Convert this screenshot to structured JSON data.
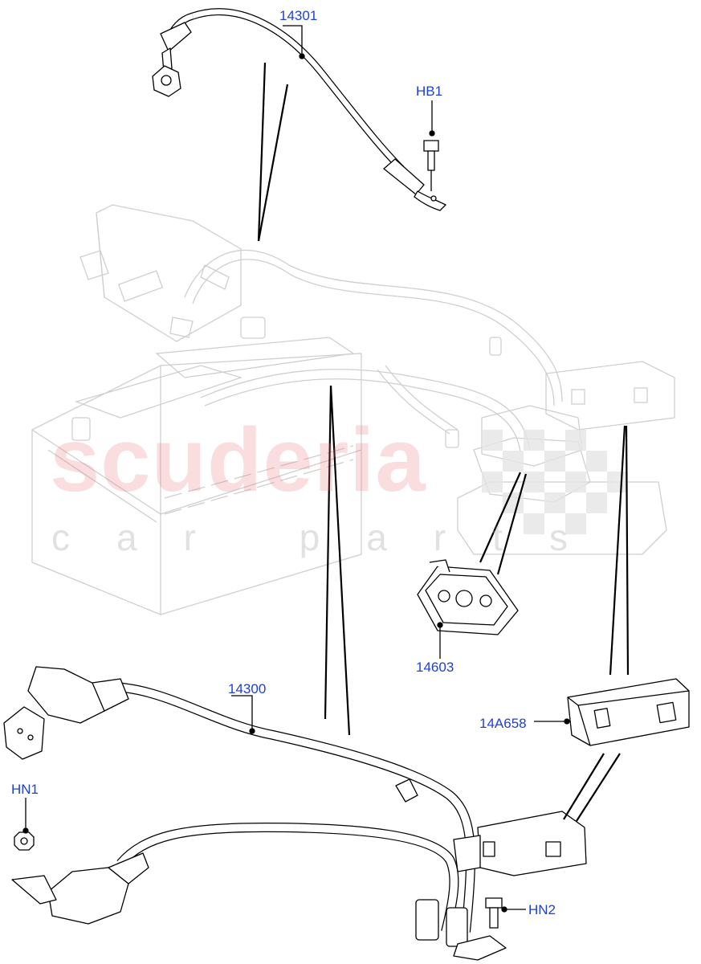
{
  "watermark": {
    "main_text": "scuderia",
    "sub_text": "car parts",
    "main_color": "#e87880",
    "sub_color": "#aaaaaa"
  },
  "callout_color": "#1f3fd6",
  "callouts": {
    "c14301": "14301",
    "hb1": "HB1",
    "c14603": "14603",
    "c14300": "14300",
    "c14a658": "14A658",
    "hn1": "HN1",
    "hn2": "HN2"
  }
}
